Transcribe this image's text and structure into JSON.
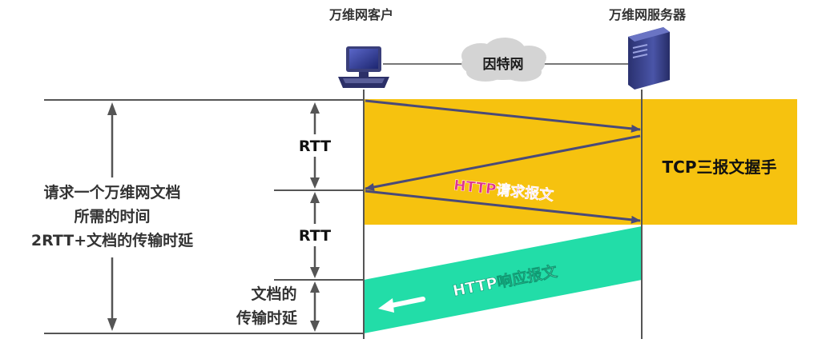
{
  "nodes": {
    "client_label": "万维网客户",
    "server_label": "万维网服务器",
    "internet_label": "因特网"
  },
  "bands": {
    "handshake_label": "TCP三报文握手",
    "request_label": "HTTP请求报文",
    "response_label": "HTTP响应报文"
  },
  "intervals": {
    "rtt_1": "RTT",
    "rtt_2": "RTT",
    "transfer_line_1": "文档的",
    "transfer_line_2": "传输时延"
  },
  "total": {
    "line_1": "请求一个万维网文档",
    "line_2": "所需的时间",
    "line_3": "2RTT+文档的传输时延"
  },
  "colors": {
    "handshake_band": "#F6C20F",
    "response_band": "#22DDA8",
    "request_text": "#E0338C",
    "arrow": "#4A4A78",
    "line": "#555555",
    "cloud": "#D4D4D4"
  },
  "icons": [
    "computer-icon",
    "server-icon",
    "cloud-icon"
  ]
}
